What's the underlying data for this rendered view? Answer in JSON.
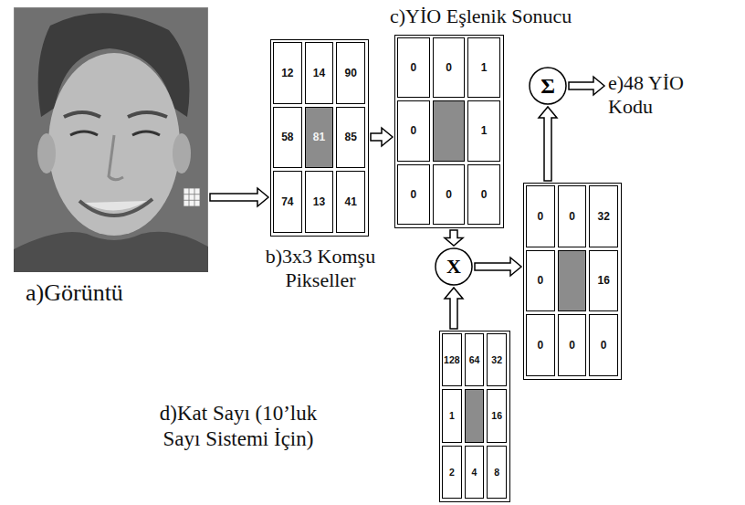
{
  "diagram": {
    "nodes": [
      {
        "text": [
          "a)Görüntü"
        ]
      },
      {
        "text": [
          "12",
          "14",
          "90",
          "58",
          "81",
          "85",
          "74",
          "13",
          "41",
          "b)3x3 Komşu Pikseller"
        ]
      },
      {
        "text": [
          "c)YİO Eşlenik Sonucu",
          "0",
          "0",
          "1",
          "0",
          "1",
          "0",
          "0",
          "0"
        ]
      },
      {
        "text": [
          "X"
        ]
      },
      {
        "text": [
          "128",
          "64",
          "32",
          "1",
          "16",
          "2",
          "4",
          "8",
          "d)Kat Sayı (10’luk Sayı Sistemi İçin)"
        ]
      },
      {
        "text": [
          "0",
          "0",
          "32",
          "0",
          "16",
          "0",
          "0",
          "0"
        ]
      },
      {
        "text": [
          "Σ"
        ]
      }
    ],
    "edges": [
      {
        "from": 0,
        "to": 1,
        "arrow": "to"
      },
      {
        "from": 1,
        "to": 2,
        "arrow": "to"
      },
      {
        "from": 2,
        "to": 3,
        "arrow": "to"
      },
      {
        "from": 4,
        "to": 3,
        "arrow": "to"
      },
      {
        "from": 3,
        "to": 5,
        "arrow": "to"
      },
      {
        "from": 5,
        "to": 6,
        "arrow": "to"
      }
    ],
    "labels": [
      "e)48 YİO Kodu"
    ]
  }
}
